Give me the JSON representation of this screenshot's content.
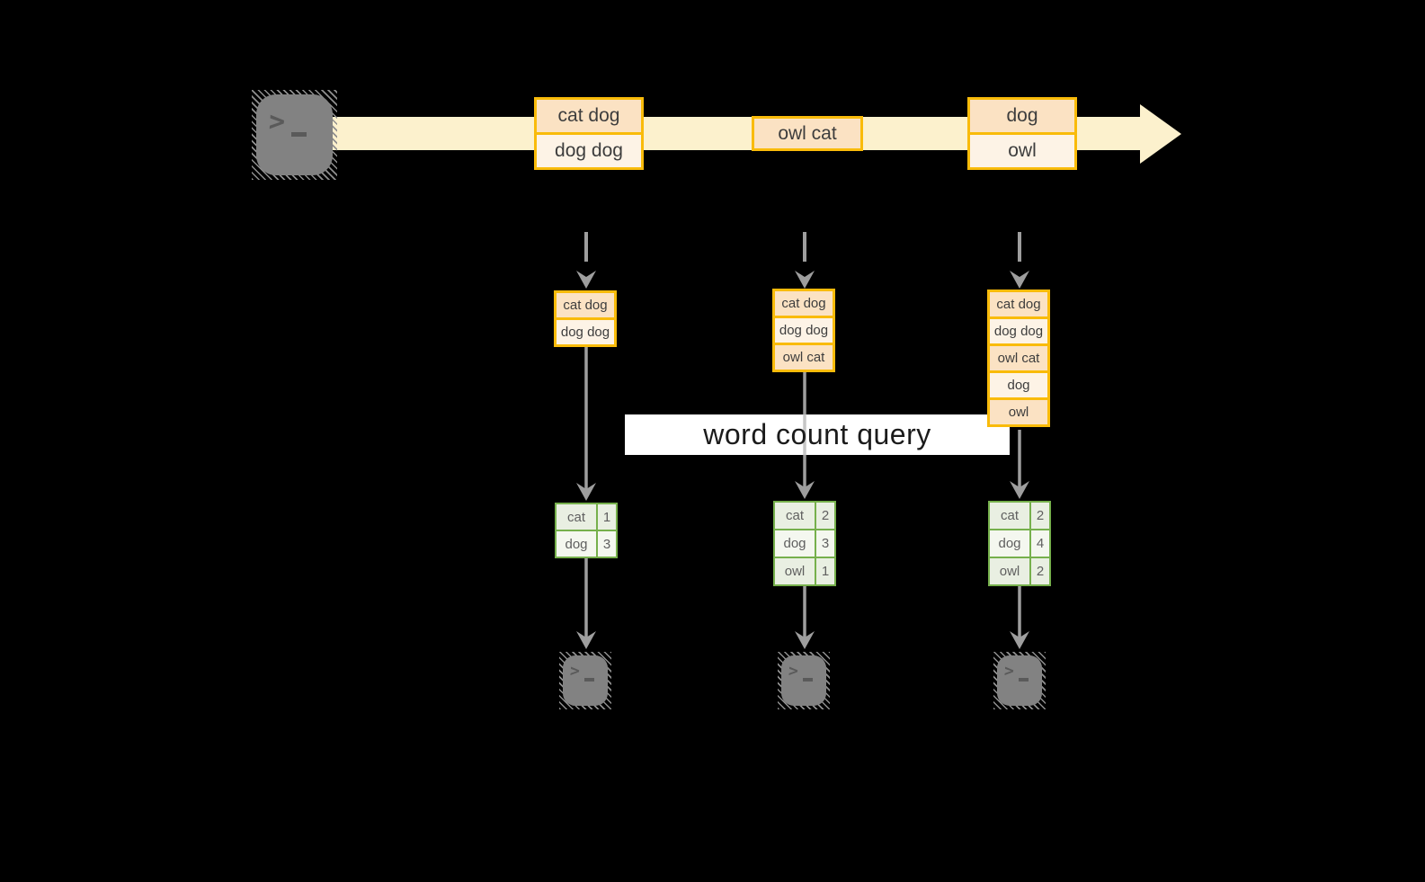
{
  "colors": {
    "background": "#000000",
    "box_border_gold": "#f9bb0a",
    "box_fill_dark": "#fbe2c3",
    "box_fill_light": "#fdf3e6",
    "stream_band_cream": "#fcf1cd",
    "table_border_green": "#76b04c",
    "table_cell_dark": "#e9efe2",
    "table_cell_light": "#f4f7ef",
    "arrow_gray": "#9e9e9e",
    "terminal_gray": "#828282",
    "query_bar_bg": "#ffffff"
  },
  "source": {
    "icon": "terminal-icon",
    "prompt_glyph": ">"
  },
  "stream": {
    "messages": [
      {
        "lines": [
          "cat dog",
          "dog dog"
        ]
      },
      {
        "lines": [
          "owl cat"
        ]
      },
      {
        "lines": [
          "dog",
          "owl"
        ]
      }
    ]
  },
  "query": {
    "label": "word count query"
  },
  "snapshots": [
    {
      "events": [
        "cat dog",
        "dog dog"
      ],
      "counts": [
        {
          "word": "cat",
          "count": "1"
        },
        {
          "word": "dog",
          "count": "3"
        }
      ]
    },
    {
      "events": [
        "cat dog",
        "dog dog",
        "owl cat"
      ],
      "counts": [
        {
          "word": "cat",
          "count": "2"
        },
        {
          "word": "dog",
          "count": "3"
        },
        {
          "word": "owl",
          "count": "1"
        }
      ]
    },
    {
      "events": [
        "cat dog",
        "dog dog",
        "owl cat",
        "dog",
        "owl"
      ],
      "counts": [
        {
          "word": "cat",
          "count": "2"
        },
        {
          "word": "dog",
          "count": "4"
        },
        {
          "word": "owl",
          "count": "2"
        }
      ]
    }
  ],
  "sinks": [
    {
      "icon": "terminal-icon",
      "prompt_glyph": ">"
    },
    {
      "icon": "terminal-icon",
      "prompt_glyph": ">"
    },
    {
      "icon": "terminal-icon",
      "prompt_glyph": ">"
    }
  ]
}
